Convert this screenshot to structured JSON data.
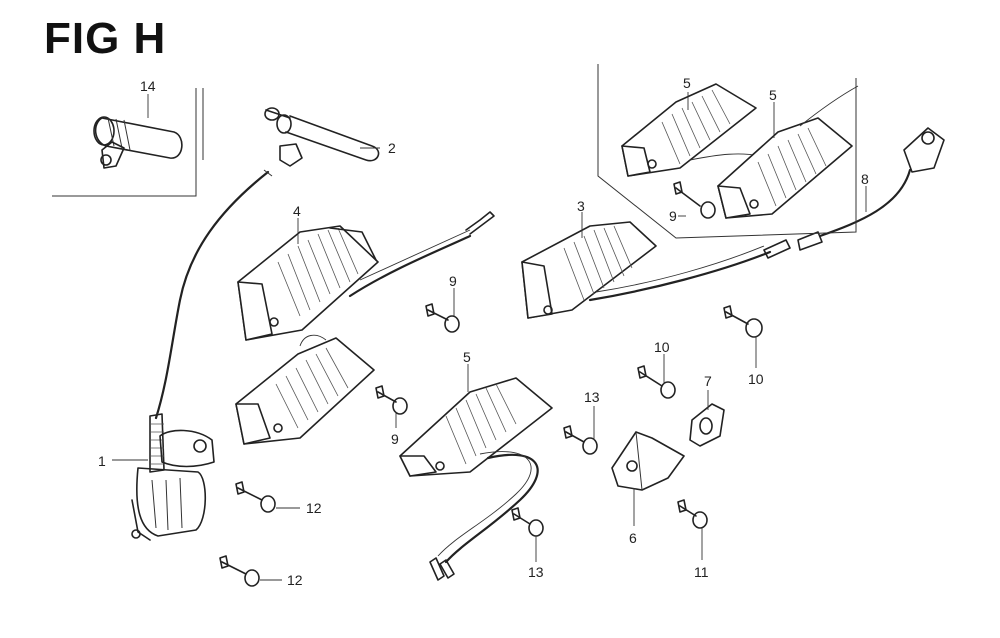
{
  "title": "FIG H",
  "callouts": {
    "c1": "1",
    "c2": "2",
    "c3": "3",
    "c4": "4",
    "c5a": "5",
    "c5b": "5",
    "c5c": "5",
    "c6": "6",
    "c7": "7",
    "c8": "8",
    "c9a": "9",
    "c9b": "9",
    "c9c": "9",
    "c10a": "10",
    "c10b": "10",
    "c11": "11",
    "c12a": "12",
    "c12b": "12",
    "c13a": "13",
    "c13b": "13",
    "c14": "14"
  }
}
